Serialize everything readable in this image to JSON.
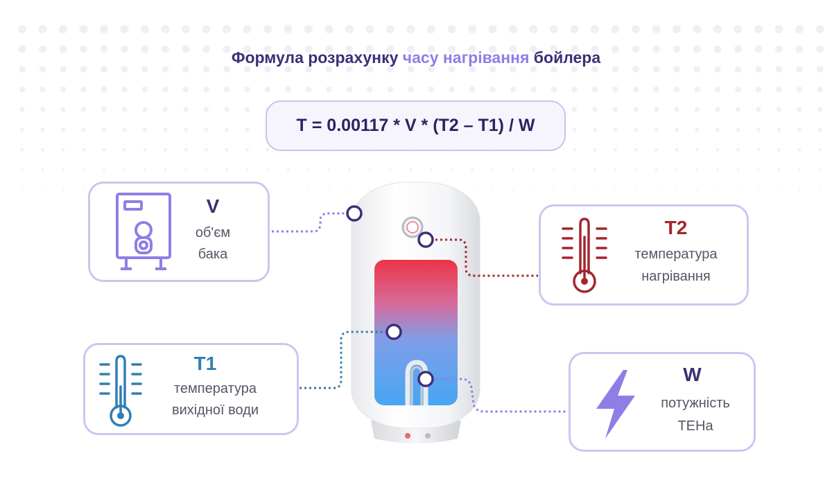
{
  "title": {
    "part1": "Формула розрахунку ",
    "highlight": "часу нагрівання",
    "part2": " бойлера"
  },
  "formula": "T = 0.00117 * V * (T2 – T1) / W",
  "params": {
    "v": {
      "symbol": "V",
      "line1": "об'єм",
      "line2": "бака",
      "color": "#3b2f78"
    },
    "t2": {
      "symbol": "T2",
      "line1": "температура",
      "line2": "нагрівання",
      "color": "#a3262d"
    },
    "t1": {
      "symbol": "T1",
      "line1": "температура",
      "line2": "вихідної води",
      "color": "#2f7fb4"
    },
    "w": {
      "symbol": "W",
      "line1": "потужність",
      "line2": "ТЕНа",
      "color": "#3b2f78"
    }
  },
  "colors": {
    "title_dark": "#3b2f78",
    "title_accent": "#8f7ee6",
    "card_border": "#cdc5f0",
    "wire_v": "#8f7ee6",
    "wire_t2": "#a3262d",
    "wire_t1": "#2f7fb4",
    "wire_w": "#8f7ee6"
  },
  "icons": {
    "v": "boiler-tank-icon",
    "t2": "thermometer-hot-icon",
    "t1": "thermometer-cold-icon",
    "w": "lightning-bolt-icon"
  }
}
